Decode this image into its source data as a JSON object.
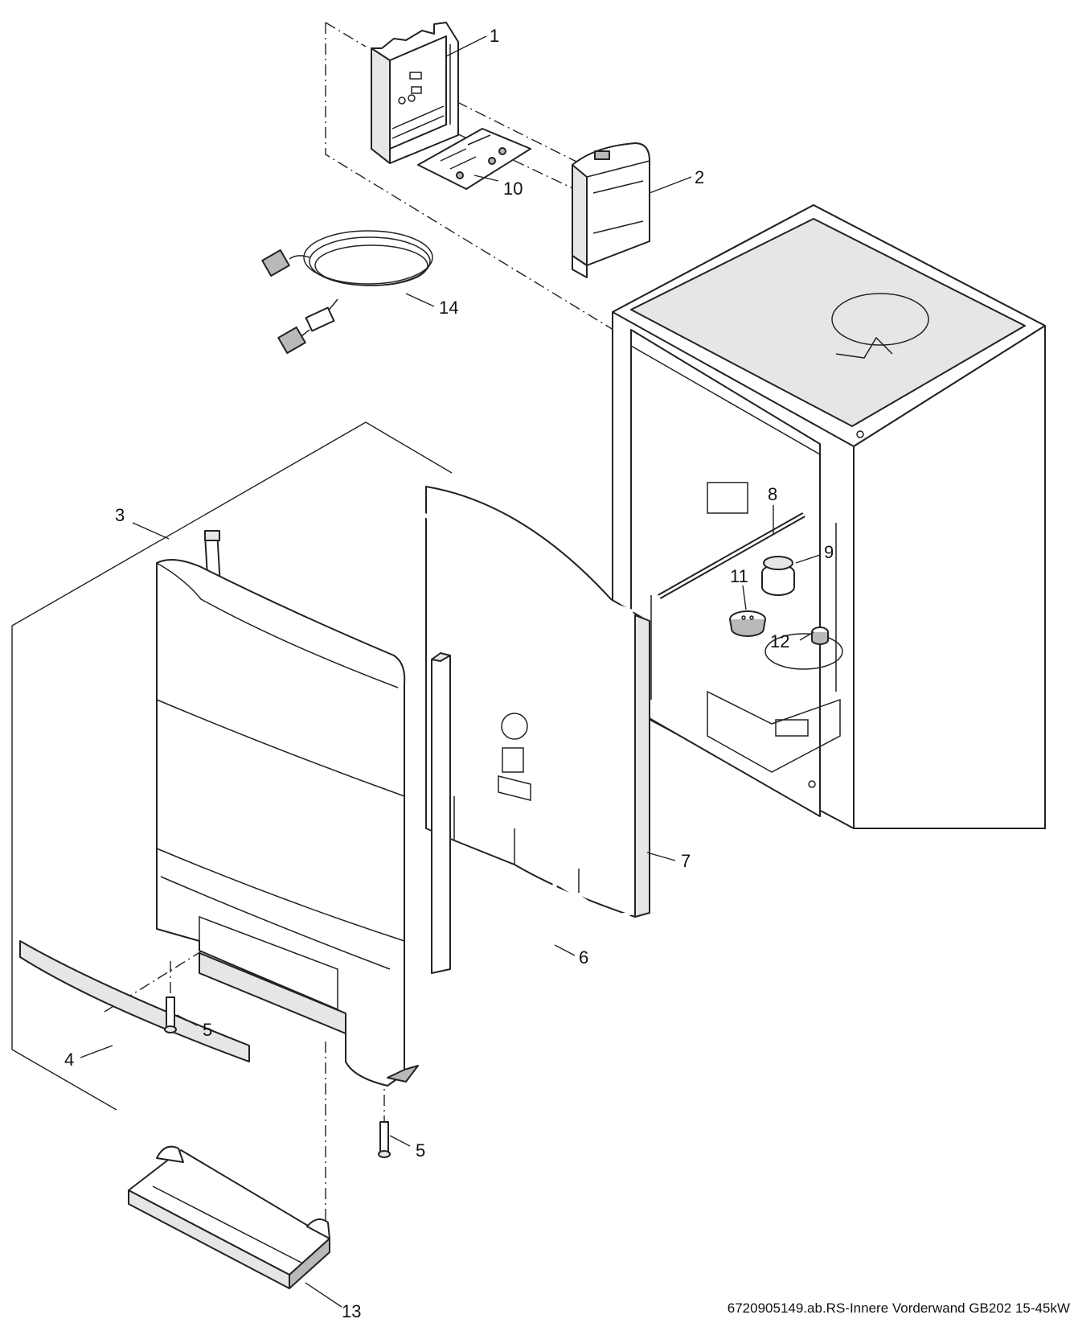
{
  "parts": [
    {
      "id": "1",
      "label": "1"
    },
    {
      "id": "2",
      "label": "2"
    },
    {
      "id": "3",
      "label": "3"
    },
    {
      "id": "4",
      "label": "4"
    },
    {
      "id": "5a",
      "label": "5"
    },
    {
      "id": "5b",
      "label": "5"
    },
    {
      "id": "6",
      "label": "6"
    },
    {
      "id": "7",
      "label": "7"
    },
    {
      "id": "8",
      "label": "8"
    },
    {
      "id": "9",
      "label": "9"
    },
    {
      "id": "10",
      "label": "10"
    },
    {
      "id": "11",
      "label": "11"
    },
    {
      "id": "12",
      "label": "12"
    },
    {
      "id": "13",
      "label": "13"
    },
    {
      "id": "14",
      "label": "14"
    }
  ],
  "caption": "6720905149.ab.RS-Innere Vorderwand GB202 15-45kW"
}
